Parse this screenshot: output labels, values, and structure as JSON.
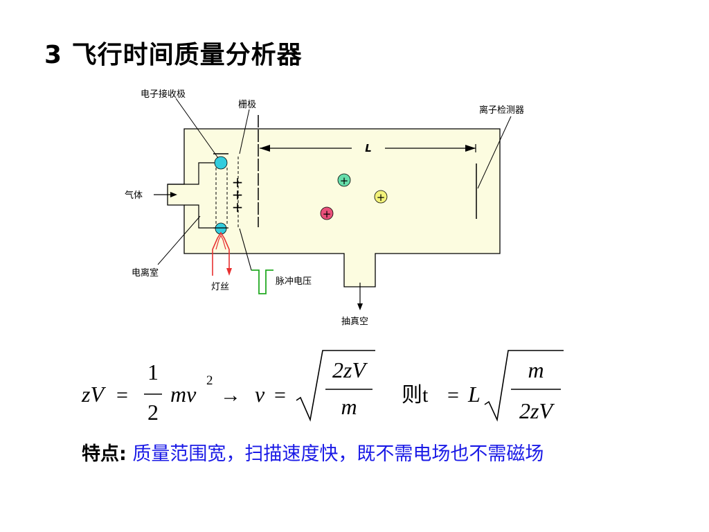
{
  "title": "3 飞行时间质量分析器",
  "diagram": {
    "labels": {
      "electron_plate": "电子接收极",
      "grid": "栅极",
      "detector": "离子检测器",
      "gas": "气体",
      "ion_chamber": "电离室",
      "filament": "灯丝",
      "pulse_voltage": "脉冲电压",
      "vacuum": "抽真空",
      "length": "L"
    },
    "plus_sign": "+",
    "colors": {
      "chamber_fill": "#fcfce0",
      "electron_ball": "#33ccdd",
      "ion_green": "#66ddaa",
      "ion_yellow": "#f2f27a",
      "ion_red": "#e8507a",
      "filament": "#e83030",
      "pulse": "#22aa22"
    }
  },
  "formula": {
    "lhs1": "zV",
    "eq": "=",
    "frac1_num": "1",
    "frac1_den": "2",
    "mv": "mv",
    "sup2": "2",
    "arrow": "→",
    "v": "v",
    "frac2_num": "2zV",
    "frac2_den": "m",
    "then": "则t",
    "L": "L",
    "frac3_num": "m",
    "frac3_den": "2zV"
  },
  "features": {
    "label": "特点:",
    "text": " 质量范围宽，扫描速度快，既不需电场也不需磁场"
  }
}
